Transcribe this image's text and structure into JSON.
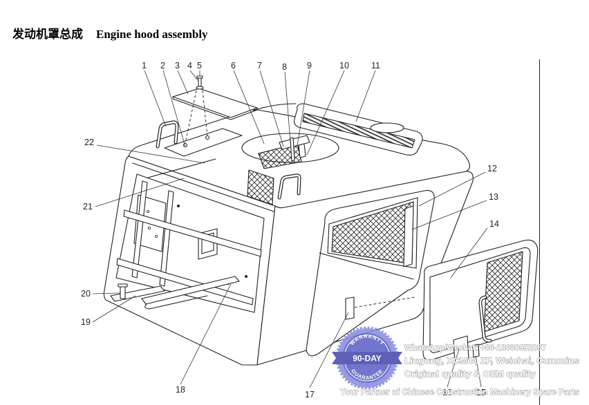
{
  "title": {
    "cn": "发动机罩总成",
    "en": "Engine hood assembly"
  },
  "callouts": [
    "1",
    "2",
    "3",
    "4",
    "5",
    "6",
    "7",
    "8",
    "9",
    "10",
    "11",
    "12",
    "13",
    "14",
    "15",
    "16",
    "17",
    "18",
    "19",
    "20",
    "21",
    "22"
  ],
  "badge": {
    "top": "WARRANTY",
    "middle": "90-DAY",
    "bottom": "GUARANTEE"
  },
  "watermark": {
    "contact": "WhatsApp/Wechat: +86-18630952087",
    "brands": "Liugong, XCMG, ZF, Weichai, Cummins",
    "quality": "Original quality & OEM quality",
    "slogan": "Your Partner of Chinese Construction Machinery Spare Parts"
  },
  "colors": {
    "line_art": "#1f1f1f",
    "badge": "#5f63c6",
    "badge_light": "#8a8de0",
    "badge_dark": "#474bab",
    "watermark_outline": "#8a8a8a"
  }
}
